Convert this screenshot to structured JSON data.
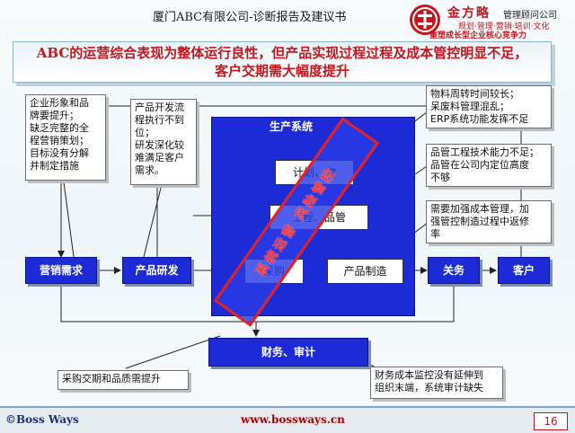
{
  "header": {
    "title": "厦门ABC有限公司-诊断报告及建议书",
    "logo": {
      "brand": "金方略",
      "sub": "管理顾问公司",
      "tags": "规划·管理·营销·培训·文化",
      "slogan": "重塑成长型企业核心竞争力"
    }
  },
  "headline": {
    "line1": "ABC的运营综合表现为整体运行良性，但产品实现过程过程及成本管控明显不足，",
    "line2": "客户交期需大幅度提升"
  },
  "notes": {
    "brand": [
      "企业形象和品",
      "牌要提升；",
      "缺乏完整的全",
      "程营销策划；",
      "目标没有分解",
      "并制定措施"
    ],
    "rd": [
      "产品开发流",
      "程执行不到",
      "位；",
      "研发深化较",
      "难满足客户",
      "需求。"
    ],
    "material": [
      "物料周转时间较长；",
      "呆废料管理混乱；",
      "ERP系统功能发挥不足"
    ],
    "quality": [
      "品管工程技术能力不足；",
      "品管在公司内定位高度",
      "不够"
    ],
    "cost": [
      "需要加强成本管理，加",
      "强管控制造过程中返修",
      "率"
    ],
    "purchase": "采购交期和品质需提升",
    "finance": [
      "财务成本监控没有延伸到",
      "组织末端，系统审计缺失"
    ]
  },
  "system": {
    "title": "生产系统",
    "plan": "计划、物",
    "engineering": "工程、品管",
    "purchasing": "采购",
    "manufacturing": "产品制造"
  },
  "flow": {
    "marketing": "营销需求",
    "rd": "产品研发",
    "affairs": "关务",
    "customer": "客户",
    "finance": "财务、审计"
  },
  "stamp": "系统运营 风险管控",
  "footer": {
    "left": "©Boss Ways",
    "center": "www.bossways.cn",
    "page": "16"
  },
  "colors": {
    "blue": "#1d2bd6",
    "red": "#c4161c",
    "stamp_border": "#e32222"
  }
}
